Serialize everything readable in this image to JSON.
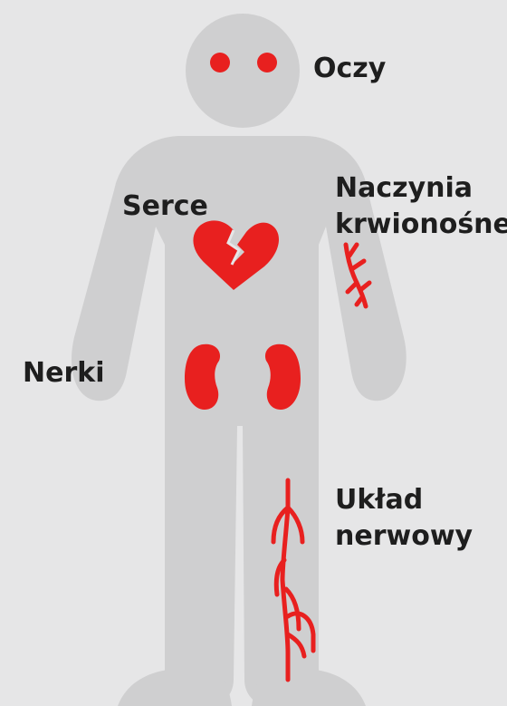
{
  "colors": {
    "background": "#e6e6e7",
    "body": "#cfcfd0",
    "organ": "#e8201f",
    "text": "#1e1e1e"
  },
  "labels": {
    "eyes": "Oczy",
    "heart": "Serce",
    "vessels_line1": "Naczynia",
    "vessels_line2": "krwionośne",
    "kidneys": "Nerki",
    "nerves_line1": "Układ",
    "nerves_line2": "nerwowy"
  }
}
